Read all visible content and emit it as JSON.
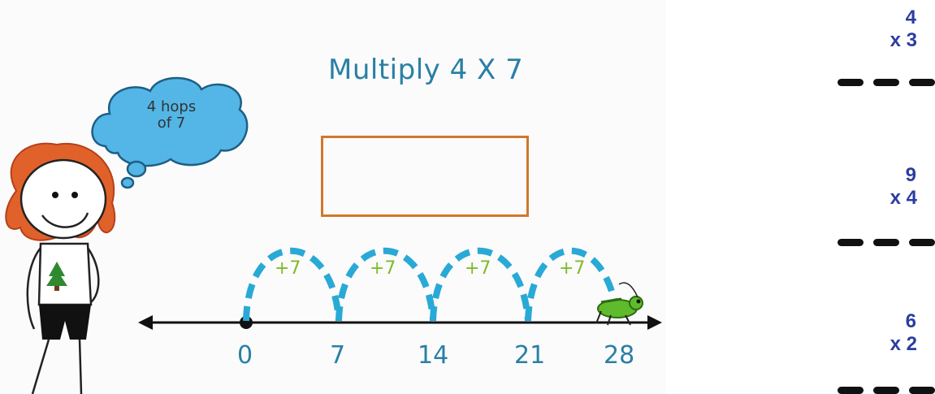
{
  "lesson": {
    "title": "Multiply 4 X 7",
    "thought_bubble": {
      "line1": "4 hops",
      "line2": "of 7"
    },
    "hop_labels": [
      "+7",
      "+7",
      "+7",
      "+7"
    ],
    "number_line_ticks": [
      "0",
      "7",
      "14",
      "21",
      "28"
    ],
    "colors": {
      "title": "#2a7fa6",
      "hops": "#29a9d6",
      "hop_label": "#7fba2a",
      "answer_box": "#d1772b",
      "cloud": "#53b6e6"
    }
  },
  "problems": [
    {
      "top": "4",
      "bottom": "x 3"
    },
    {
      "top": "9",
      "bottom": "x 4"
    },
    {
      "top": "6",
      "bottom": "x 2"
    }
  ]
}
